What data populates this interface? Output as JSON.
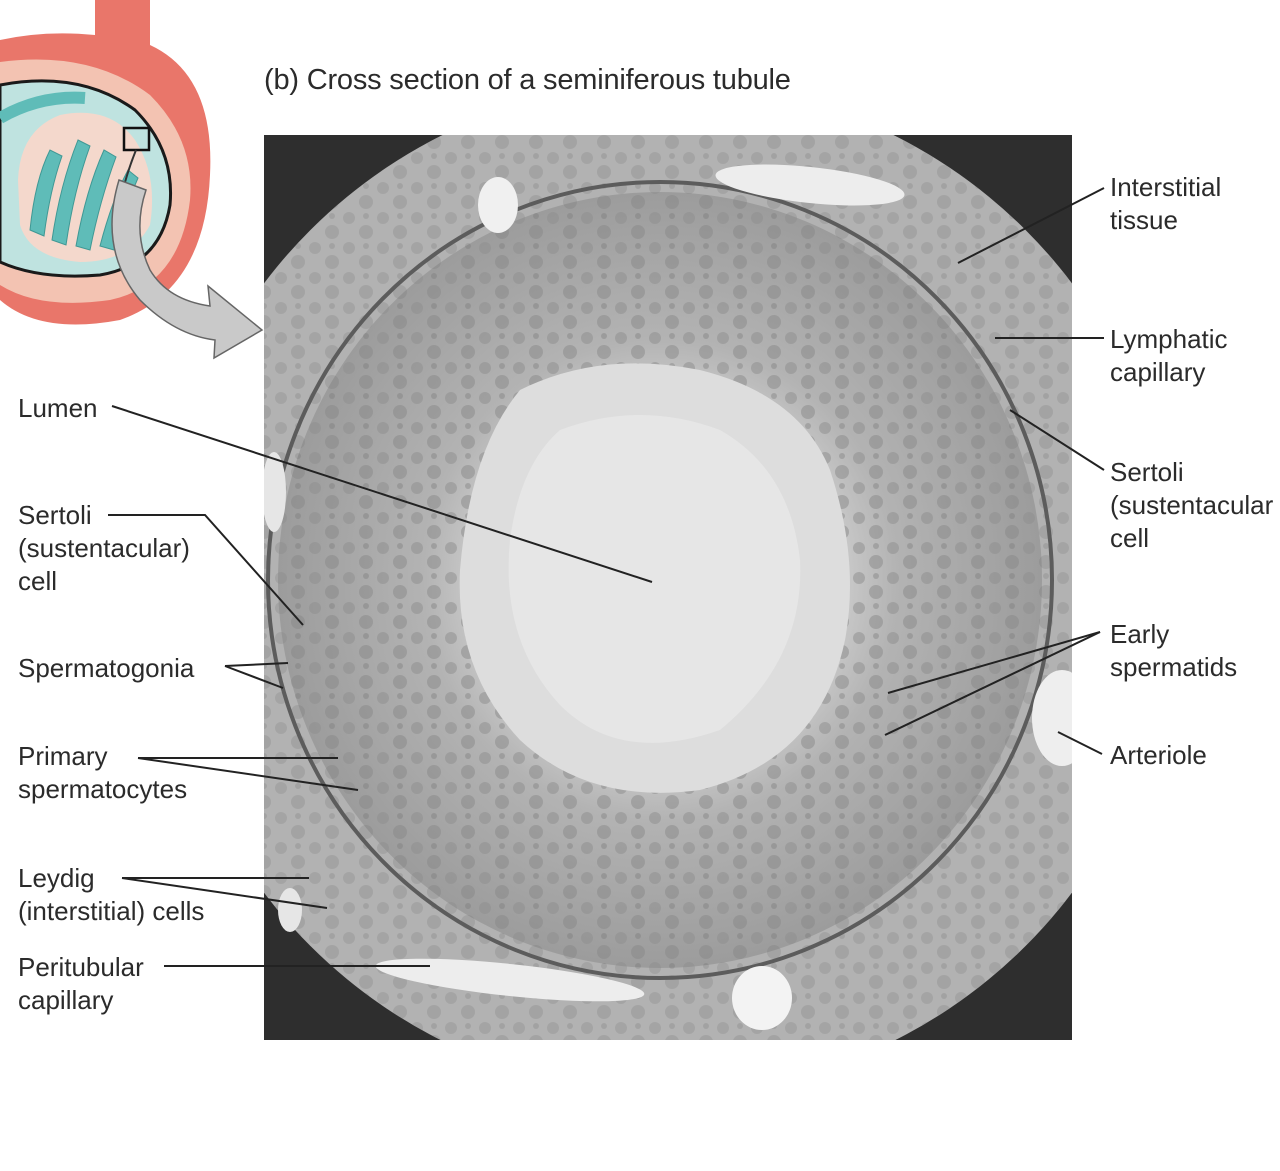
{
  "figure": {
    "title": "(b) Cross section of a seminiferous tubule"
  },
  "labels_left": {
    "lumen": [
      "Lumen"
    ],
    "sertoli": [
      "Sertoli",
      "(sustentacular)",
      "cell"
    ],
    "spermatogonia": [
      "Spermatogonia"
    ],
    "primary_spermatocytes": [
      "Primary",
      "spermatocytes"
    ],
    "leydig": [
      "Leydig",
      "(interstitial) cells"
    ],
    "peritubular": [
      "Peritubular",
      "capillary"
    ]
  },
  "labels_right": {
    "interstitial_tissue": [
      "Interstitial",
      "tissue"
    ],
    "lymphatic_capillary": [
      "Lymphatic",
      "capillary"
    ],
    "sertoli": [
      "Sertoli",
      "(sustentacular",
      "cell"
    ],
    "early_spermatids": [
      "Early",
      "spermatids"
    ],
    "arteriole": [
      "Arteriole"
    ]
  },
  "colors": {
    "testis_outer": "#e9766a",
    "testis_inner": "#f3c3b2",
    "tubule_teal": "#5fbcb8",
    "arrow_gray": "#c9c9c9",
    "micrograph_dark": "#2e2e2e",
    "micrograph_mid": "#a9a9a9",
    "lumen_light": "#dcdcdc",
    "leader_line": "#222222"
  }
}
